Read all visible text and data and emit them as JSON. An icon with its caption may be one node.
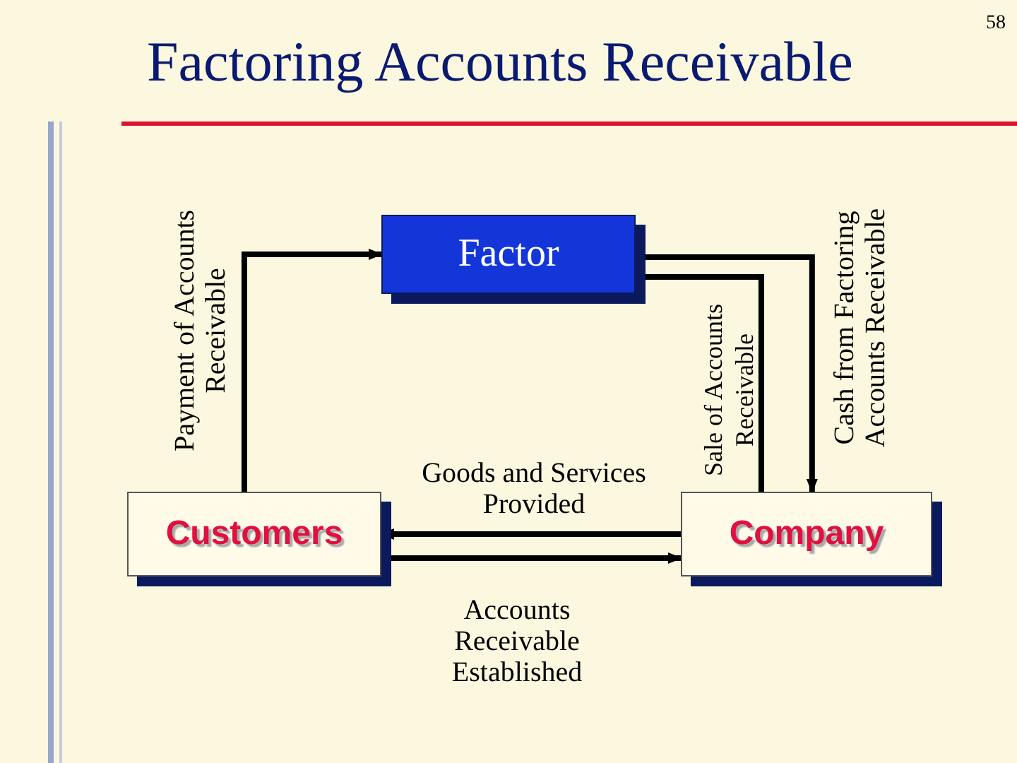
{
  "diagram": {
    "title": "Factoring Accounts Receivable",
    "nodes": [
      {
        "text": [
          "Factor"
        ]
      },
      {
        "text": [
          "Customers"
        ]
      },
      {
        "text": [
          "Company"
        ]
      }
    ],
    "edges": [
      {
        "from": 1,
        "to": 0,
        "arrow": "to",
        "label": "Payment of Accounts Receivable"
      },
      {
        "from": 2,
        "to": 0,
        "arrow": "none",
        "label": "Sale of Accounts Receivable"
      },
      {
        "from": 0,
        "to": 2,
        "arrow": "to",
        "label": "Cash from Factoring Accounts Receivable"
      },
      {
        "from": 2,
        "to": 1,
        "arrow": "to",
        "label": "Goods and Services Provided"
      },
      {
        "from": 1,
        "to": 2,
        "arrow": "to",
        "label": "Accounts Receivable Established"
      }
    ],
    "labels": [
      "58"
    ]
  }
}
